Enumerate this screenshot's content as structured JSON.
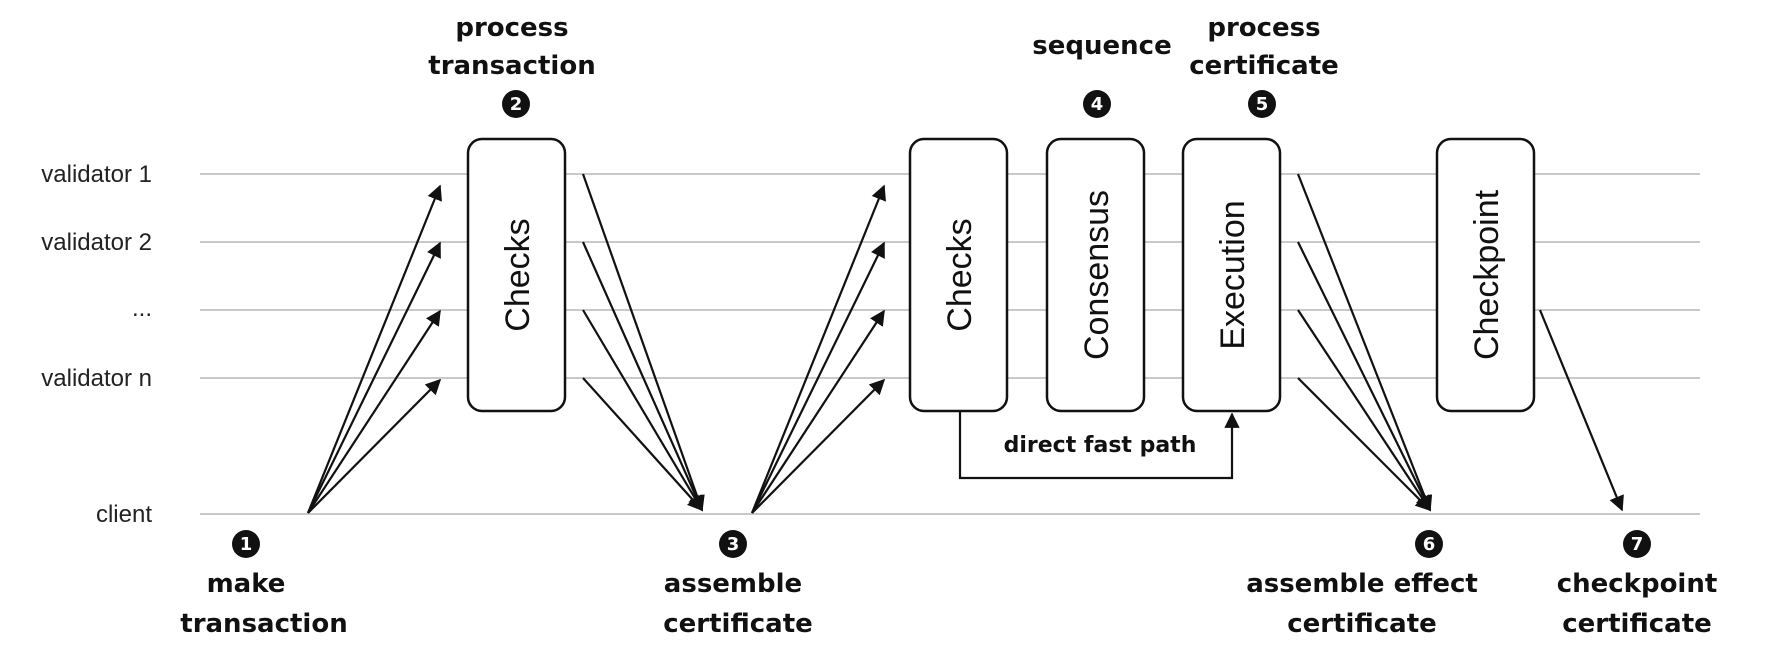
{
  "lanes": {
    "validator1": "validator 1",
    "validator2": "validator 2",
    "dots": "...",
    "validatorn": "validator n",
    "client": "client"
  },
  "boxes": {
    "checks1": "Checks",
    "checks2": "Checks",
    "consensus": "Consensus",
    "execution": "Execution",
    "checkpoint": "Checkpoint"
  },
  "steps": [
    {
      "num": "1",
      "line1": "make",
      "line2": "transaction"
    },
    {
      "num": "2",
      "line1": "process",
      "line2": "transaction"
    },
    {
      "num": "3",
      "line1": "assemble",
      "line2": "certificate"
    },
    {
      "num": "4",
      "line1": "sequence",
      "line2": ""
    },
    {
      "num": "5",
      "line1": "process",
      "line2": "certificate"
    },
    {
      "num": "6",
      "line1": "assemble effect",
      "line2": "certificate"
    },
    {
      "num": "7",
      "line1": "checkpoint",
      "line2": "certificate"
    }
  ],
  "fast_path_label": "direct fast path"
}
